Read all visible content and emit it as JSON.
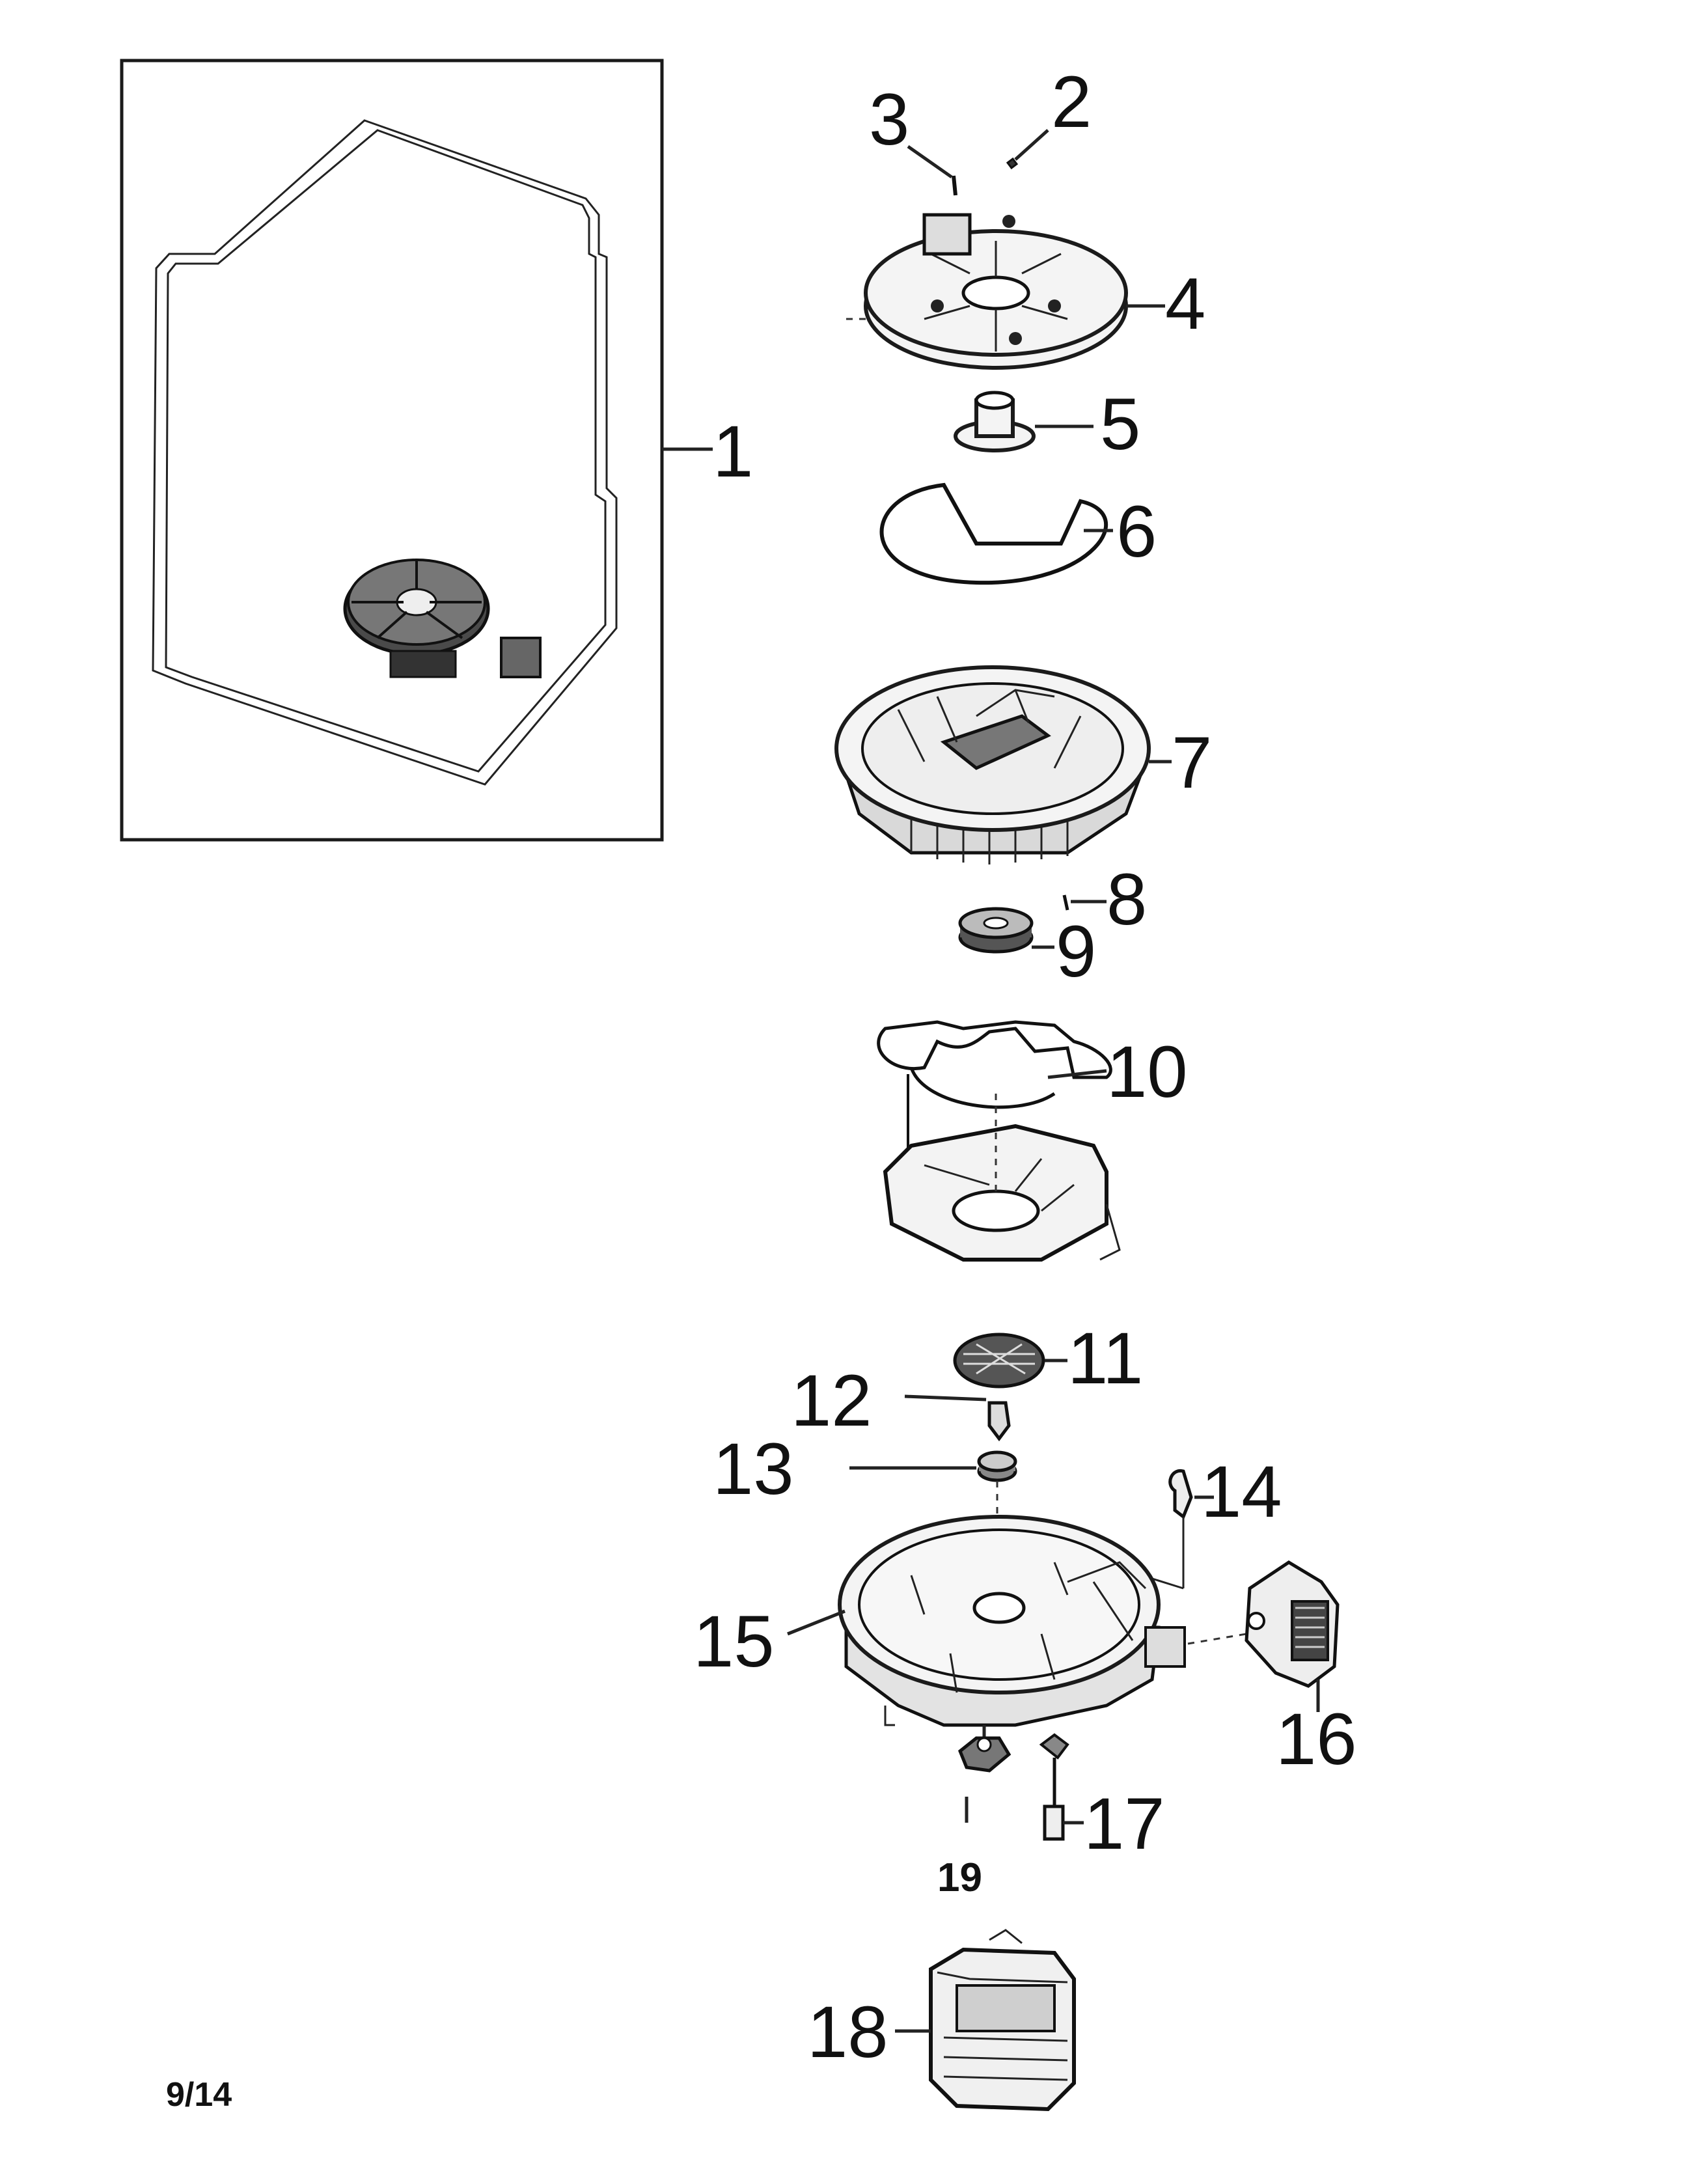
{
  "diagram": {
    "callouts": {
      "c1": "1",
      "c2": "2",
      "c3": "3",
      "c4": "4",
      "c5": "5",
      "c6": "6",
      "c7": "7",
      "c8": "8",
      "c9": "9",
      "c10": "10",
      "c11": "11",
      "c12": "12",
      "c13": "13",
      "c14": "14",
      "c15": "15",
      "c16": "16",
      "c17": "17",
      "c18": "18",
      "c19": "19"
    },
    "page_number": "9/14"
  }
}
